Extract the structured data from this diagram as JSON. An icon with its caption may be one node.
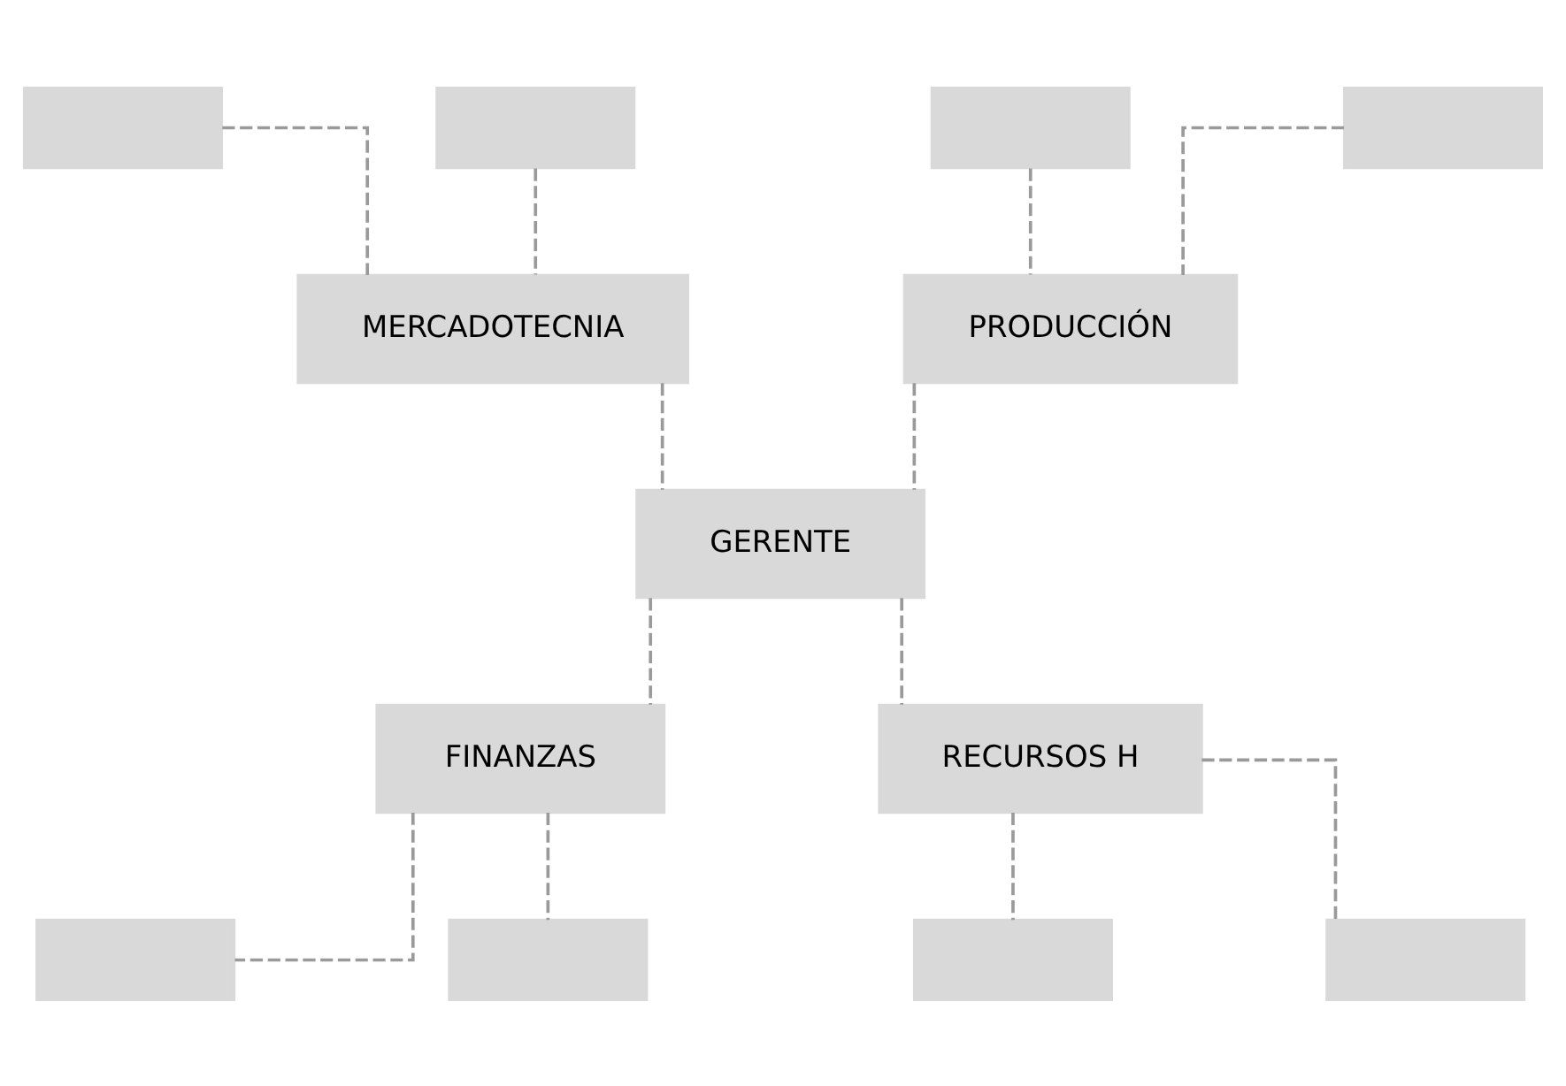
{
  "diagram": {
    "nodes": [
      {
        "text": [],
        "shape": "box"
      },
      {
        "text": [],
        "shape": "box"
      },
      {
        "text": [],
        "shape": "box"
      },
      {
        "text": [],
        "shape": "box"
      },
      {
        "text": [
          "MERCADOTECNIA"
        ]
      },
      {
        "text": [
          "PRODUCCIÓN"
        ]
      },
      {
        "text": [
          "GERENTE"
        ]
      },
      {
        "text": [
          "FINANZAS"
        ]
      },
      {
        "text": [
          "RECURSOS H"
        ]
      },
      {
        "text": [],
        "shape": "box"
      },
      {
        "text": [],
        "shape": "box"
      },
      {
        "text": [],
        "shape": "box"
      },
      {
        "text": [],
        "shape": "box"
      }
    ],
    "edges": [
      {
        "from": 0,
        "to": 4,
        "arrow": "none",
        "style": "dashed"
      },
      {
        "from": 1,
        "to": 4,
        "arrow": "none",
        "style": "dashed"
      },
      {
        "from": 2,
        "to": 5,
        "arrow": "none",
        "style": "dashed"
      },
      {
        "from": 3,
        "to": 5,
        "arrow": "none",
        "style": "dashed"
      },
      {
        "from": 4,
        "to": 6,
        "arrow": "none",
        "style": "dashed"
      },
      {
        "from": 5,
        "to": 6,
        "arrow": "none",
        "style": "dashed"
      },
      {
        "from": 6,
        "to": 7,
        "arrow": "none",
        "style": "dashed"
      },
      {
        "from": 6,
        "to": 8,
        "arrow": "none",
        "style": "dashed"
      },
      {
        "from": 7,
        "to": 9,
        "arrow": "none",
        "style": "dashed"
      },
      {
        "from": 7,
        "to": 10,
        "arrow": "none",
        "style": "dashed"
      },
      {
        "from": 8,
        "to": 11,
        "arrow": "none",
        "style": "dashed"
      },
      {
        "from": 8,
        "to": 12,
        "arrow": "none",
        "style": "dashed"
      }
    ]
  }
}
